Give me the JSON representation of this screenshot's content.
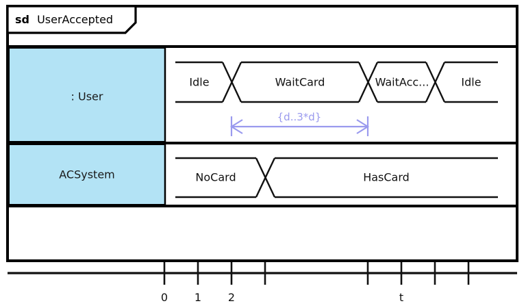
{
  "frame": {
    "keyword": "sd",
    "name": "UserAccepted",
    "title_full": "sd UserAccepted"
  },
  "colors": {
    "lifeline_fill": "#b3e3f5",
    "line": "#111111",
    "frame_border": "#000000",
    "constraint": "#9a9aee",
    "background": "#ffffff"
  },
  "lifelines": [
    {
      "id": "user",
      "label": ": User",
      "states": [
        {
          "name": "Idle",
          "start": 0.0,
          "end": 2.0
        },
        {
          "name": "WaitCard",
          "start": 2.0,
          "end": 6.0
        },
        {
          "name": "WaitAcc...",
          "start": 6.0,
          "end": 8.0
        },
        {
          "name": "Idle",
          "start": 8.0,
          "end": 9.8
        }
      ]
    },
    {
      "id": "acsystem",
      "label": "ACSystem",
      "states": [
        {
          "name": "NoCard",
          "start": 0.0,
          "end": 3.0
        },
        {
          "name": "HasCard",
          "start": 3.0,
          "end": 9.8
        }
      ]
    }
  ],
  "duration_constraint": {
    "text": "{d..3*d}",
    "from_tick": 2.0,
    "to_tick": 6.0,
    "lifeline": "user"
  },
  "time_axis": {
    "ticks": [
      {
        "value": 0,
        "label": "0"
      },
      {
        "value": 1,
        "label": "1"
      },
      {
        "value": 2,
        "label": "2"
      },
      {
        "value": 3,
        "label": ""
      },
      {
        "value": 6,
        "label": ""
      },
      {
        "value": 7,
        "label": "t"
      },
      {
        "value": 8,
        "label": ""
      },
      {
        "value": 9,
        "label": ""
      }
    ]
  },
  "chart_data": {
    "type": "timing-diagram",
    "title": "sd UserAccepted",
    "xlabel": "t",
    "x": [
      0,
      1,
      2,
      3,
      6,
      7,
      8,
      9
    ],
    "xtick_labels": [
      "0",
      "1",
      "2",
      "",
      "",
      "t",
      "",
      ""
    ],
    "series": [
      {
        "name": ": User",
        "states": [
          "Idle",
          "WaitCard",
          "WaitAcc...",
          "Idle"
        ],
        "transitions": [
          2,
          6,
          8
        ],
        "start": 0,
        "end": 9.8
      },
      {
        "name": "ACSystem",
        "states": [
          "NoCard",
          "HasCard"
        ],
        "transitions": [
          3
        ],
        "start": 0,
        "end": 9.8
      }
    ],
    "annotations": [
      {
        "text": "{d..3*d}",
        "from": 2,
        "to": 6,
        "series": ": User",
        "kind": "duration-constraint"
      }
    ],
    "legend": "none",
    "grid": false
  }
}
